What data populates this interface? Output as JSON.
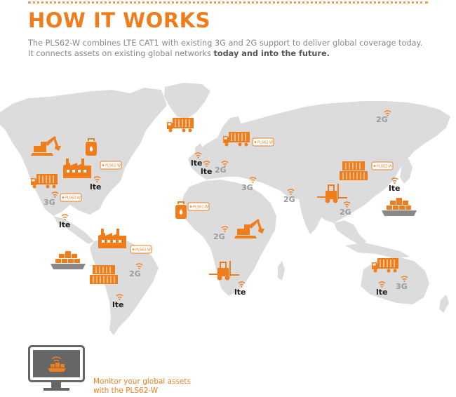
{
  "header": {
    "title": "HOW IT WORKS",
    "intro_line1": "The PLS62-W combines LTE CAT1 with existing 3G and 2G support to deliver global coverage today.",
    "intro_line2_plain": "It connects assets on existing global networks ",
    "intro_line2_bold": "today and into the future."
  },
  "device_tag": "PLS62-W",
  "network_labels": {
    "g2": "2G",
    "g3": "3G",
    "lte": "lte"
  },
  "monitor": {
    "line1": "Monitor your global assets",
    "line2": "with the PLS62-W"
  },
  "colors": {
    "accent": "#f07d1c",
    "map": "#dcdcdc",
    "text": "#888888"
  },
  "icons": [
    "truck-icon",
    "excavator-icon",
    "gas-cylinder-icon",
    "factory-icon",
    "forklift-icon",
    "shipping-container-icon",
    "cargo-ship-icon",
    "monitor-icon",
    "signal-icon"
  ]
}
